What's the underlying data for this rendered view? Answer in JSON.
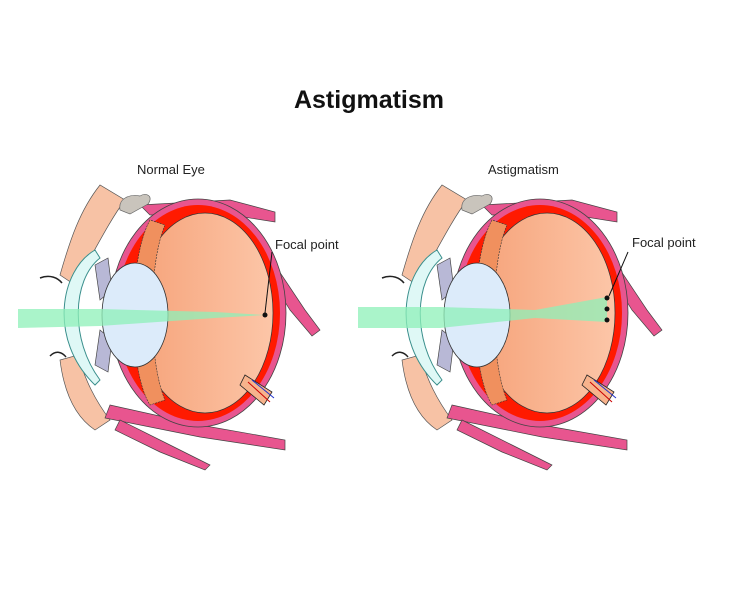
{
  "title": "Astigmatism",
  "panels": [
    {
      "heading": "Normal Eye",
      "focal_label": "Focal point"
    },
    {
      "heading": "Astigmatism",
      "focal_label": "Focal point"
    }
  ],
  "colors": {
    "choroid": "#ff1a00",
    "vitreous": "#f9b38e",
    "sclera": "#e8558f",
    "lens": "#dcebfa",
    "cornea": "#dff8f6",
    "light": "#8ef0b8"
  }
}
